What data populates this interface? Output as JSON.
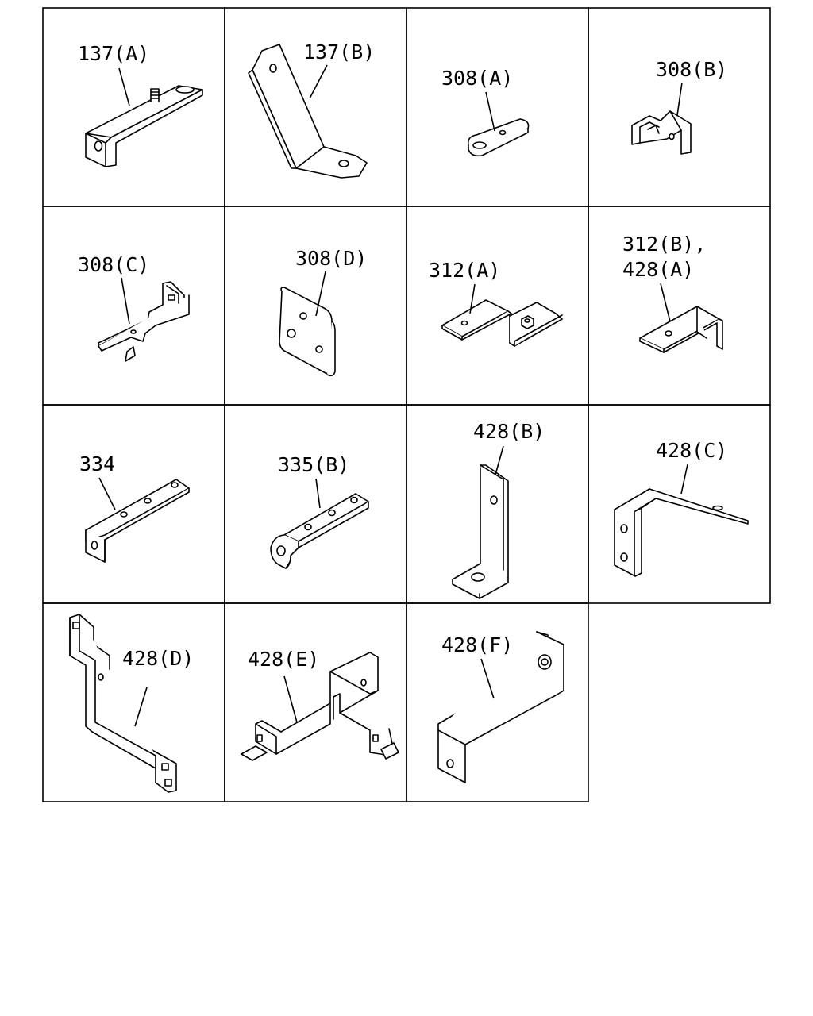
{
  "labels": {
    "p137a": "137(A)",
    "p137b": "137(B)",
    "p308a": "308(A)",
    "p308b": "308(B)",
    "p308c": "308(C)",
    "p308d": "308(D)",
    "p312a": "312(A)",
    "p312b_line1": "312(B),",
    "p312b_line2": "428(A)",
    "p334": "334",
    "p335b": "335(B)",
    "p428b": "428(B)",
    "p428c": "428(C)",
    "p428d": "428(D)",
    "p428e": "428(E)",
    "p428f": "428(F)"
  },
  "colors": {
    "line": "#000000",
    "background": "#ffffff"
  }
}
